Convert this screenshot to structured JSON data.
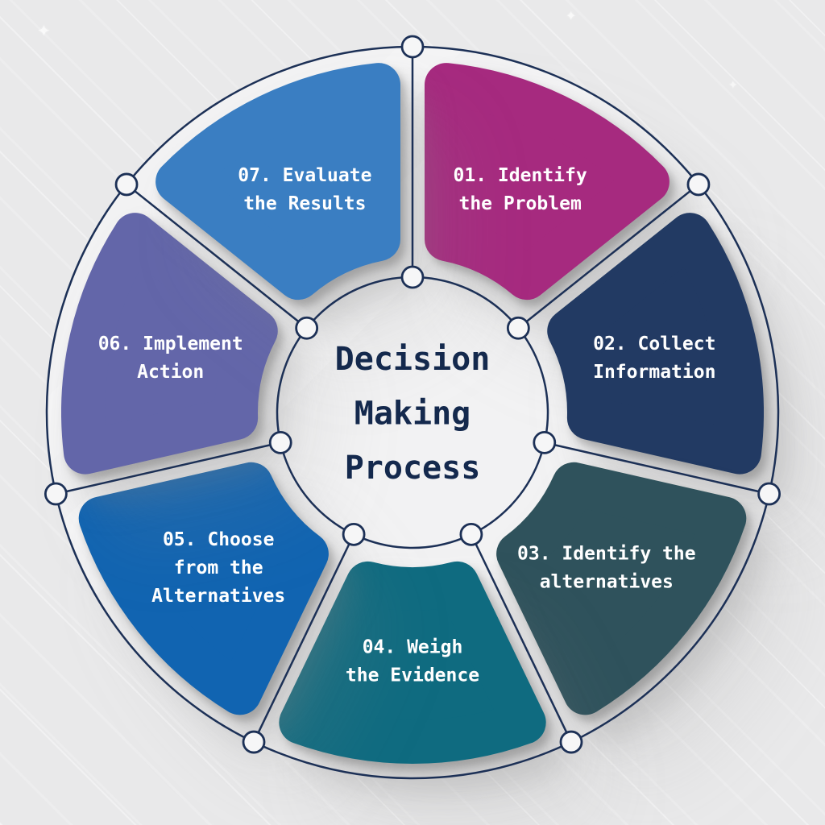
{
  "center": {
    "title_text": "Decision Making Process",
    "title_lines": [
      "Decision",
      "Making",
      "Process"
    ]
  },
  "segments": [
    {
      "number": "01",
      "label": "01. Identify the Problem",
      "lines": [
        "01. Identify",
        "the Problem"
      ],
      "color": "#a62a7f"
    },
    {
      "number": "02",
      "label": "02. Collect Information",
      "lines": [
        "02. Collect",
        "Information"
      ],
      "color": "#223a63"
    },
    {
      "number": "03",
      "label": "03. Identify the alternatives",
      "lines": [
        "03. Identify the",
        "alternatives"
      ],
      "color": "#2f525c"
    },
    {
      "number": "04",
      "label": "04. Weigh the Evidence",
      "lines": [
        "04. Weigh",
        "the Evidence"
      ],
      "color": "#0f6b80"
    },
    {
      "number": "05",
      "label": "05. Choose from the Alternatives",
      "lines": [
        "05. Choose",
        "from the",
        "Alternatives"
      ],
      "color": "#1164b1"
    },
    {
      "number": "06",
      "label": "06. Implement Action",
      "lines": [
        "06. Implement",
        "Action"
      ],
      "color": "#6366a9"
    },
    {
      "number": "07",
      "label": "07. Evaluate the Results",
      "lines": [
        "07. Evaluate",
        "the Results"
      ],
      "color": "#3a7ec2"
    }
  ],
  "colors": {
    "background": "#e9e9ea",
    "disc": "#f2f2f3",
    "outline": "#1c3056",
    "center_text": "#14294d",
    "segment_text": "#ffffff",
    "node_fill": "#f6f6f7"
  },
  "decor": {
    "sparkle_glyph": "✦"
  }
}
